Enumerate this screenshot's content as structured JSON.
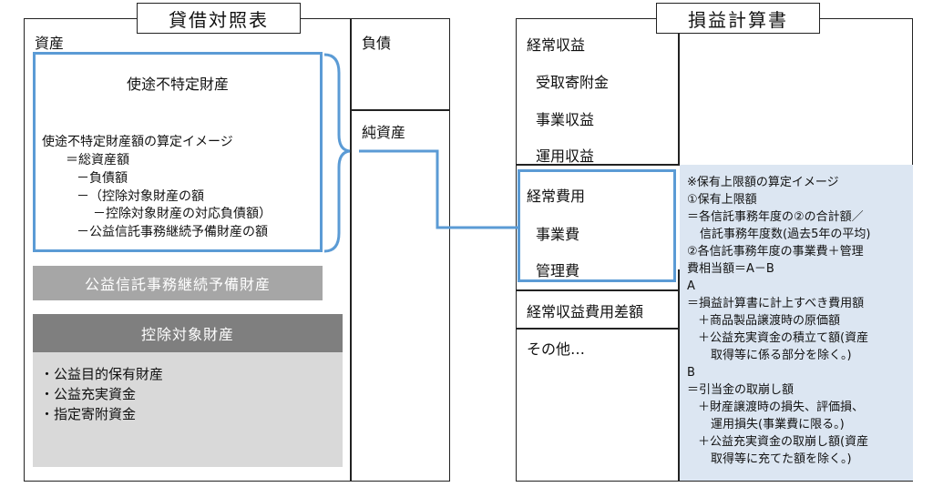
{
  "balance_sheet": {
    "title": "貸借対照表",
    "assets_label": "資産",
    "liabilities_label": "負債",
    "net_assets_label": "純資産",
    "unspecified_box": {
      "title": "使途不特定財産",
      "lines": [
        "使途不特定財産額の算定イメージ",
        "＝総資産額",
        "－負債額",
        "－（控除対象財産の額",
        "－控除対象財産の対応負債額）",
        "－公益信託事務継続予備財産の額"
      ]
    },
    "reserve_bar": "公益信託事務継続予備財産",
    "deduction_bar": "控除対象財産",
    "deduction_items": [
      "・公益目的保有財産",
      "・公益充実資金",
      "・指定寄附資金"
    ]
  },
  "income_statement": {
    "title": "損益計算書",
    "ordinary_revenue": "経常収益",
    "revenue_items": [
      "受取寄附金",
      "事業収益",
      "運用収益"
    ],
    "ordinary_expense": "経常費用",
    "expense_items": [
      "事業費",
      "管理費"
    ],
    "ordinary_balance": "経常収益費用差額",
    "other": "その他…"
  },
  "note": {
    "lines": [
      "※保有上限額の算定イメージ",
      "①保有上限額",
      "＝各信託事務年度の②の合計額／",
      "信託事務年度数(過去5年の平均)",
      "②各信託事務年度の事業費＋管理",
      "費相当額＝A－B",
      "A",
      "＝損益計算書に計上すべき費用額",
      "＋商品製品譲渡時の原価額",
      "＋公益充実資金の積立て額(資産",
      "取得等に係る部分を除く。)",
      "B",
      "＝引当金の取崩し額",
      "＋財産譲渡時の損失、評価損、",
      "運用損失(事業費に限る。)",
      "＋公益充実資金の取崩し額(資産",
      "取得等に充てた額を除く。)"
    ]
  },
  "colors": {
    "blue": "#5b9bd5",
    "reserve_gray": "#a6a6a6",
    "deduction_dark": "#7f7f7f",
    "deduction_light": "#d9d9d9",
    "note_bg": "#dce6f2"
  }
}
